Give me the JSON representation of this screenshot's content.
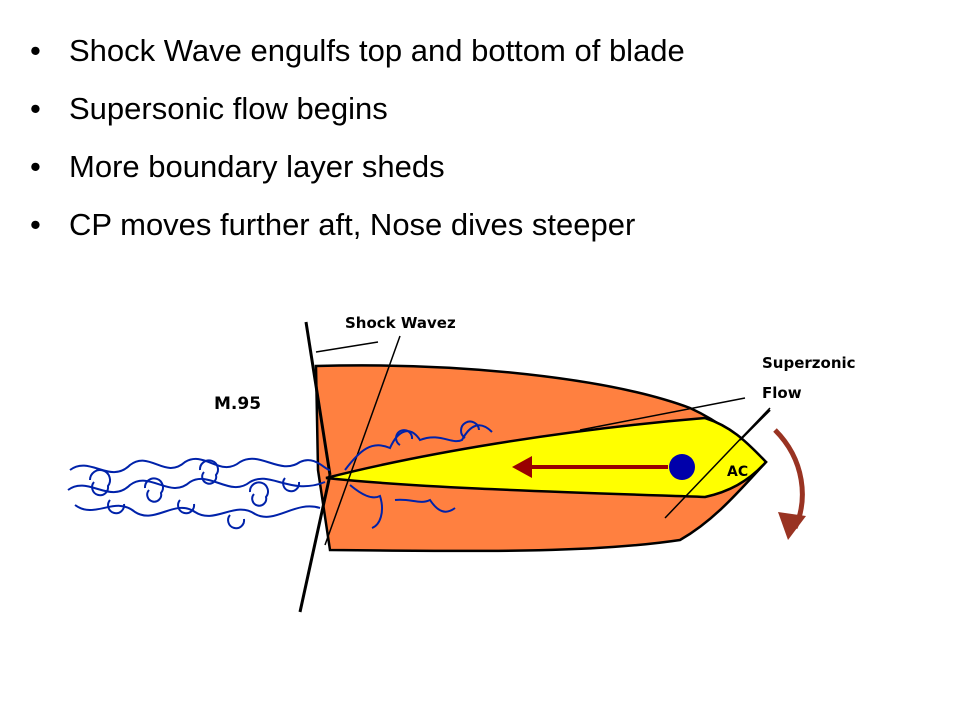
{
  "bullets": [
    "Shock Wave engulfs top and bottom of blade",
    "Supersonic flow begins",
    "More boundary layer sheds",
    "CP moves further aft, Nose dives steeper"
  ],
  "bullet_glyph": "•",
  "diagram": {
    "label_shock_waves": "Shock Wavez",
    "label_mach": "M.95",
    "label_supersonic_line1": "Superzonic",
    "label_supersonic_line2": "Flow",
    "label_ac": "AC",
    "colors": {
      "flow_region": "#ff8040",
      "airfoil": "#ffff00",
      "cp_dot": "#0000aa",
      "cp_arrow": "#990000",
      "rotation_arrow": "#993322",
      "turbulence": "#0022aa"
    }
  }
}
